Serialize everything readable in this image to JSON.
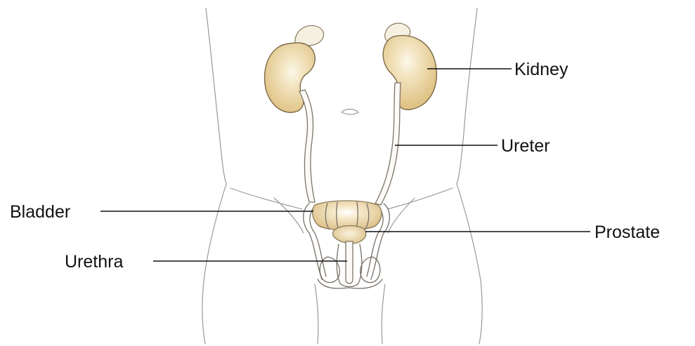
{
  "diagram": {
    "labels": {
      "kidney": "Kidney",
      "ureter": "Ureter",
      "bladder": "Bladder",
      "prostate": "Prostate",
      "urethra": "Urethra"
    },
    "colors": {
      "organ_fill": "#e4c98e",
      "organ_highlight": "#fdf8ec",
      "body_outline": "#9a9a9a",
      "label_text": "#111111"
    }
  }
}
